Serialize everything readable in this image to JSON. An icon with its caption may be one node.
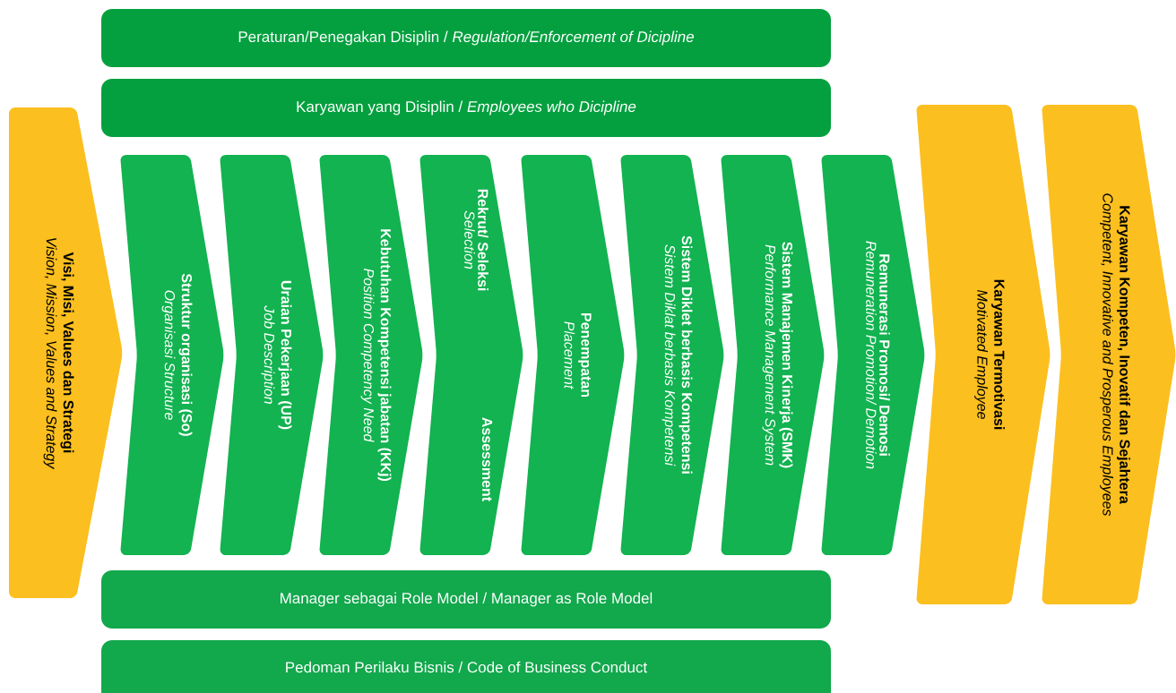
{
  "diagram": {
    "nodes": [
      {
        "text": [
          "Peraturan/Penegakan Disiplin / *Regulation/Enforcement of Dicipline*"
        ]
      },
      {
        "text": [
          "Karyawan yang Disiplin / *Employees who Dicipline*"
        ]
      },
      {
        "text": [
          "Visi, Misi, Values dan Strategi",
          "Vision, Mission, Values and Strategy"
        ]
      },
      {
        "text": [
          "Struktur organisasi (So)",
          "Organisasi Structure"
        ]
      },
      {
        "text": [
          "Uraian Pekerjaan (UP)",
          "Job Description"
        ]
      },
      {
        "text": [
          "Kebutuhan Kompetensi jabatan (KKj)",
          "Position Competency Need"
        ]
      },
      {
        "text": [
          "Rekrut/ Seleksi",
          "Selection",
          "Assessment"
        ]
      },
      {
        "text": [
          "Penempatan",
          "Placement"
        ]
      },
      {
        "text": [
          "Sistem Diklet berbasis Kompetensi",
          "Sistem Diklat berbasis Kompetensi"
        ]
      },
      {
        "text": [
          "Sistem Manajemen Kinerja (SMK)",
          "Performance  Management System"
        ]
      },
      {
        "text": [
          "Remunerasi Promosi/ Demosi",
          "Remuneration Promotion/ Demotion"
        ]
      },
      {
        "text": [
          "Karyawan Termotivasi",
          "Motivated Employee"
        ]
      },
      {
        "text": [
          "Karyawan Kompeten, Inovatif dan Sejahtera",
          "Competent, Innovative and Prosperous Employees"
        ]
      },
      {
        "text": [
          "Manager sebagai Role Model / Manager as Role Model"
        ]
      },
      {
        "text": [
          "Pedoman Perilaku Bisnis / Code of Business Conduct"
        ]
      }
    ]
  }
}
